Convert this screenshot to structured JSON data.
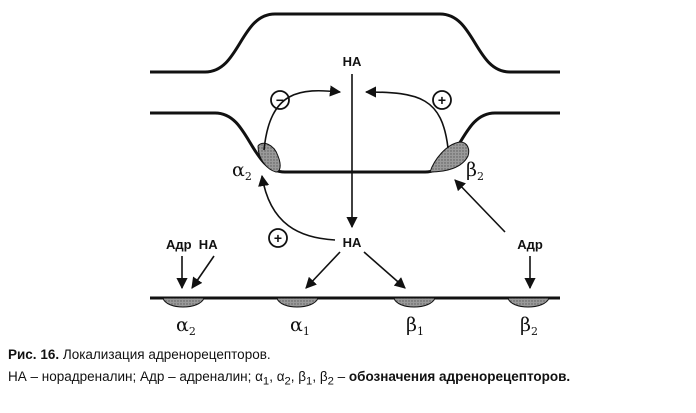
{
  "diagram": {
    "labels": {
      "na_top": "НА",
      "na_middle": "НА",
      "adr_na_left": "Адр  НА",
      "adr_right": "Адр",
      "minus_sign": "−",
      "plus_sign_top": "+",
      "plus_sign_lower": "+",
      "presyn_alpha": {
        "base": "α",
        "sub": "2"
      },
      "presyn_beta": {
        "base": "β",
        "sub": "2"
      },
      "post_receptors": [
        {
          "base": "α",
          "sub": "2"
        },
        {
          "base": "α",
          "sub": "1"
        },
        {
          "base": "β",
          "sub": "1"
        },
        {
          "base": "β",
          "sub": "2"
        }
      ]
    }
  },
  "caption": {
    "fig_label": "Рис. 16.",
    "title": " Локализация адренорецепторов.",
    "legend_plain": "НА – норадреналин; Адр – адреналин; α",
    "legend_parts": [
      "1",
      ", α",
      "2",
      ", β",
      "1",
      ", β",
      "2",
      " – "
    ],
    "legend_bold": "обозначения адренорецепторов."
  }
}
